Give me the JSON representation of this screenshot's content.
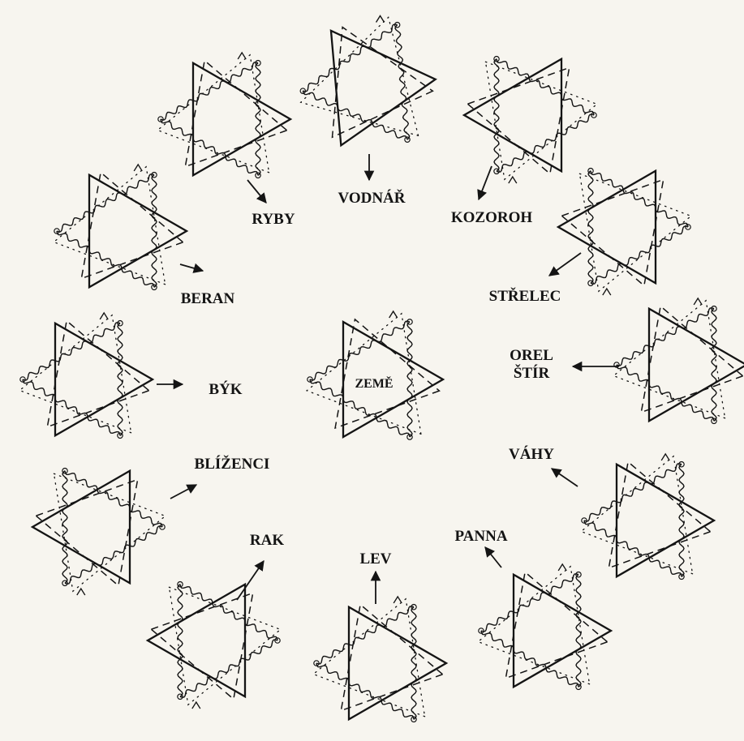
{
  "diagram": {
    "center_label": "ZEMĚ",
    "signs": [
      {
        "key": "vodnar",
        "label": "VODNÁŘ"
      },
      {
        "key": "kozoroh",
        "label": "KOZOROH"
      },
      {
        "key": "strelec",
        "label": "STŘELEC"
      },
      {
        "key": "orel_stir",
        "label": [
          "OREL",
          "ŠTÍR"
        ]
      },
      {
        "key": "vahy",
        "label": "VÁHY"
      },
      {
        "key": "panna",
        "label": "PANNA"
      },
      {
        "key": "lev",
        "label": "LEV"
      },
      {
        "key": "rak",
        "label": "RAK"
      },
      {
        "key": "blizenci",
        "label": "BLÍŽENCI"
      },
      {
        "key": "byk",
        "label": "BÝK"
      },
      {
        "key": "beran",
        "label": "BERAN"
      },
      {
        "key": "ryby",
        "label": "RYBY"
      }
    ],
    "colors": {
      "ink": "#141414",
      "paper": "#f7f5ef"
    }
  }
}
